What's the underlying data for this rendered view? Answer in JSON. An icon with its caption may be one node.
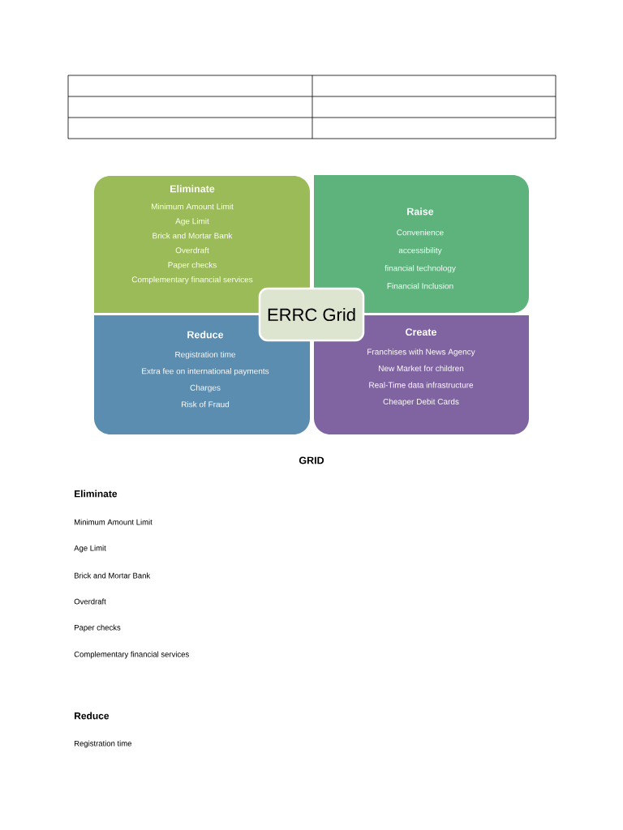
{
  "diagram": {
    "nodes": [
      {
        "text": [
          "Eliminate",
          "Minimum Amount Limit",
          "Age Limit",
          "Brick and Mortar Bank",
          "Overdraft",
          "Paper checks",
          "Complementary financial services"
        ]
      },
      {
        "text": [
          "Raise",
          "Convenience",
          "accessibility",
          "financial technology",
          "Financial Inclusion"
        ]
      },
      {
        "text": [
          "Reduce",
          "Registration time",
          "Extra fee on international payments",
          "Charges",
          "Risk of Fraud"
        ]
      },
      {
        "text": [
          "Create",
          "Franchises with News Agency",
          "New Market for children",
          "Real-Time data infrastructure",
          "Cheaper Debit Cards"
        ]
      },
      {
        "text": [
          "ERRC Grid"
        ]
      }
    ],
    "labels": [
      "GRID",
      "Eliminate",
      "Minimum Amount Limit",
      "Age Limit",
      "Brick and Mortar Bank",
      "Overdraft",
      "Paper checks",
      "Complementary financial services",
      "Reduce",
      "Registration time"
    ]
  }
}
